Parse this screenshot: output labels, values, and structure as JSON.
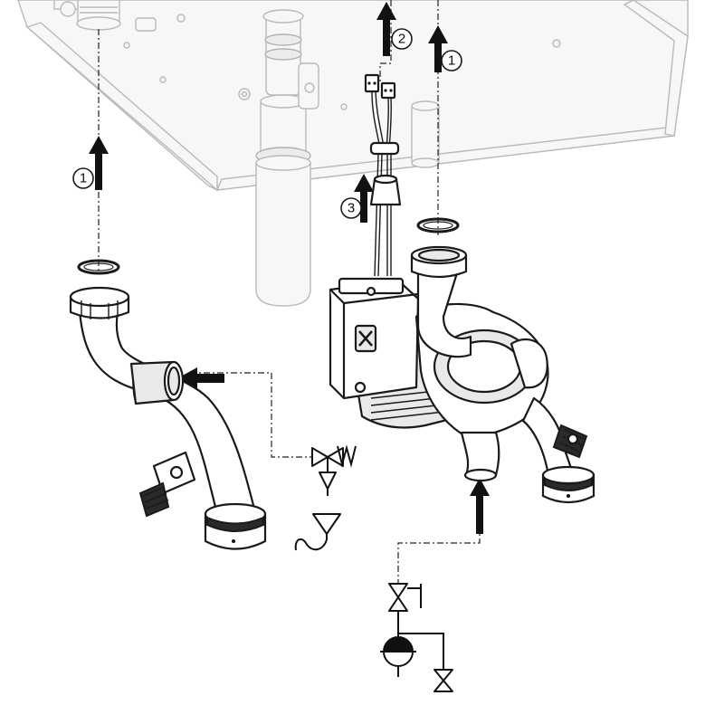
{
  "figure": {
    "callouts": [
      {
        "id": "callout-1-left",
        "label": "1"
      },
      {
        "id": "callout-2",
        "label": "2"
      },
      {
        "id": "callout-1-right",
        "label": "1"
      },
      {
        "id": "callout-3",
        "label": "3"
      }
    ]
  }
}
